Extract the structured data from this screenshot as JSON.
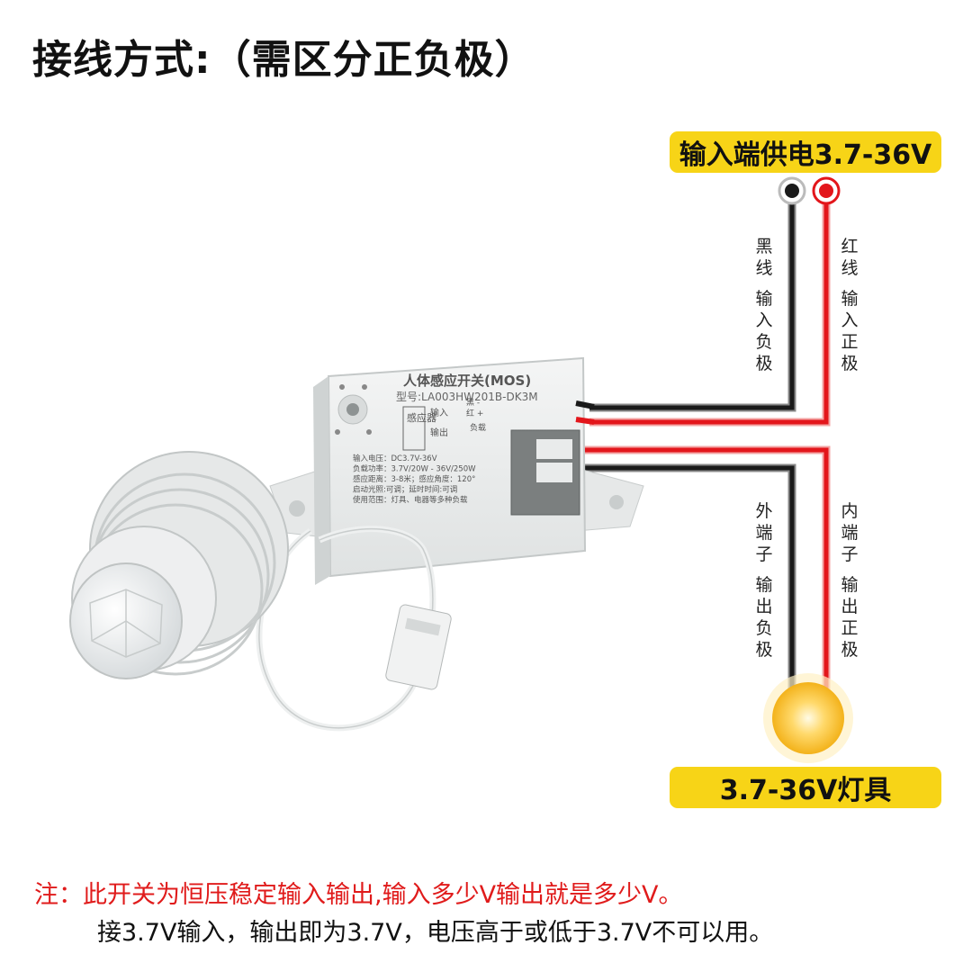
{
  "title": "接线方式:（需区分正负极）",
  "supply_banner": "输入端供电3.7-36V",
  "lamp_banner": "3.7-36V灯具",
  "wire_labels": {
    "black_color": "黑线",
    "black_role": "输入负极",
    "red_color": "红线",
    "red_role": "输入正极",
    "outer_terminal": "外端子",
    "outer_role": "输出负极",
    "inner_terminal": "内端子",
    "inner_role": "输出正极"
  },
  "device": {
    "name": "人体感应开关(MOS)",
    "model": "型号:LA003HW201B-DK3M",
    "sensor_label": "感应器",
    "input_label": "输入",
    "output_label": "输出",
    "black_mark": "黑 -",
    "red_mark": "红 +",
    "load_mark": "负载",
    "specs": [
      "输入电压：DC3.7V-36V",
      "负载功率：3.7V/20W - 36V/250W",
      "感应距离：3-8米；感应角度：120°",
      "启动光照:可调；延时时间:可调",
      "使用范围：灯具、电器等多种负载"
    ]
  },
  "note_line1": "注：此开关为恒压稳定输入输出,输入多少V输出就是多少V。",
  "note_line2": "接3.7V输入，输出即为3.7V，电压高于或低于3.7V不可以用。",
  "colors": {
    "banner": "#f7d417",
    "wire_red": "#e3161b",
    "wire_black": "#1a1a1a",
    "note_red": "#e01b1b"
  }
}
